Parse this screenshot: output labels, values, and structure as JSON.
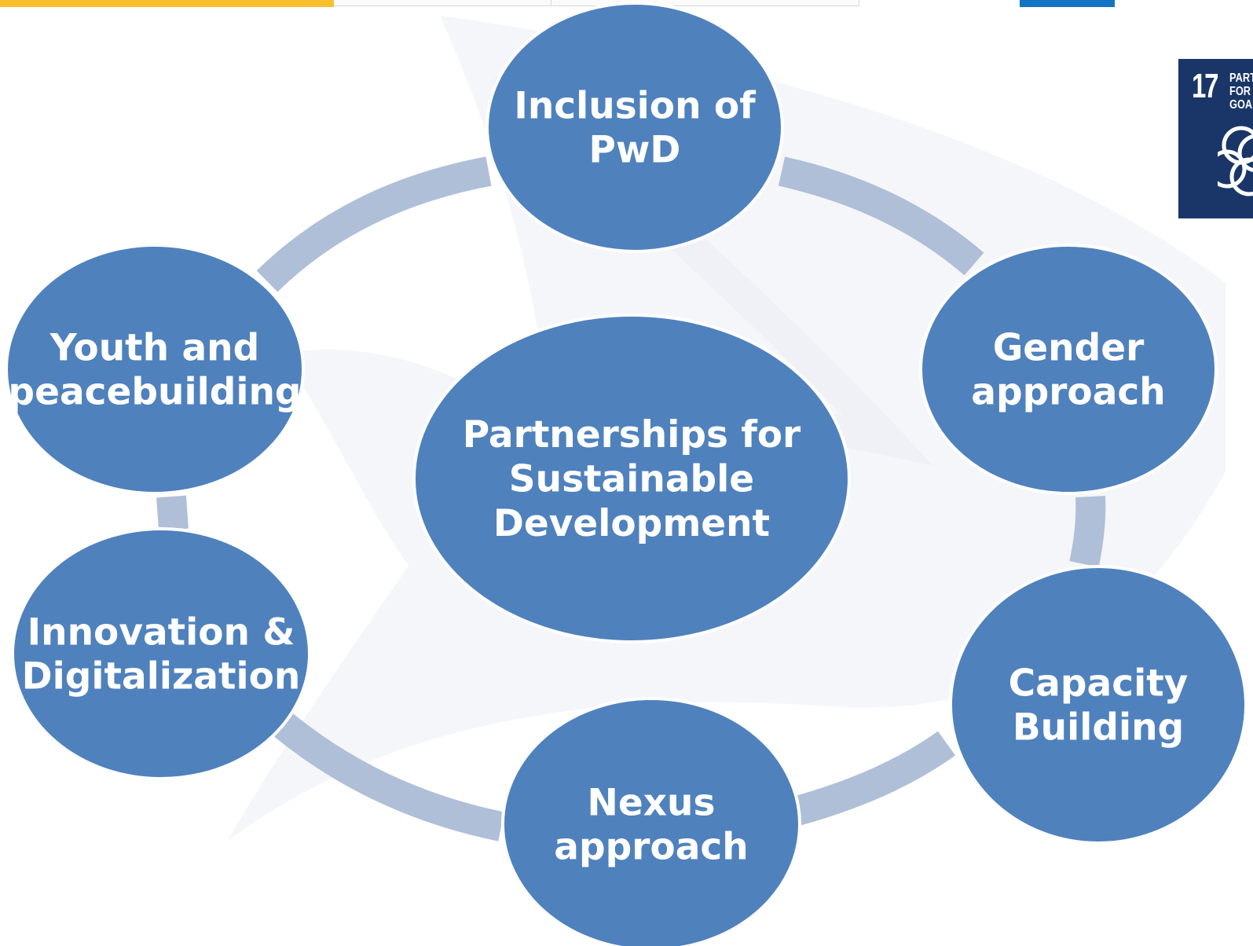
{
  "center": {
    "lines": [
      "Partnerships for",
      "Sustainable",
      "Development"
    ]
  },
  "nodes": [
    {
      "id": "inclusion",
      "lines": [
        "Inclusion of",
        "PwD"
      ]
    },
    {
      "id": "gender",
      "lines": [
        "Gender",
        "approach"
      ]
    },
    {
      "id": "capacity",
      "lines": [
        "Capacity",
        "Building"
      ]
    },
    {
      "id": "nexus",
      "lines": [
        "Nexus",
        "approach"
      ]
    },
    {
      "id": "innovation",
      "lines": [
        "Innovation &",
        "Digitalization"
      ]
    },
    {
      "id": "youth",
      "lines": [
        "Youth and",
        "peacebuilding"
      ]
    }
  ],
  "badge": {
    "number": "17",
    "title": "PARTNERSHIPS\nFOR THE GOALS",
    "icon": "interlocking-rings-icon"
  },
  "colors": {
    "node_fill": "#4f81bd",
    "node_stroke": "#ffffff",
    "connector": "#b0bfd8",
    "badge_bg": "#1a3668",
    "strip_yellow": "#f8bf2e",
    "strip_blue": "#1474c4"
  }
}
